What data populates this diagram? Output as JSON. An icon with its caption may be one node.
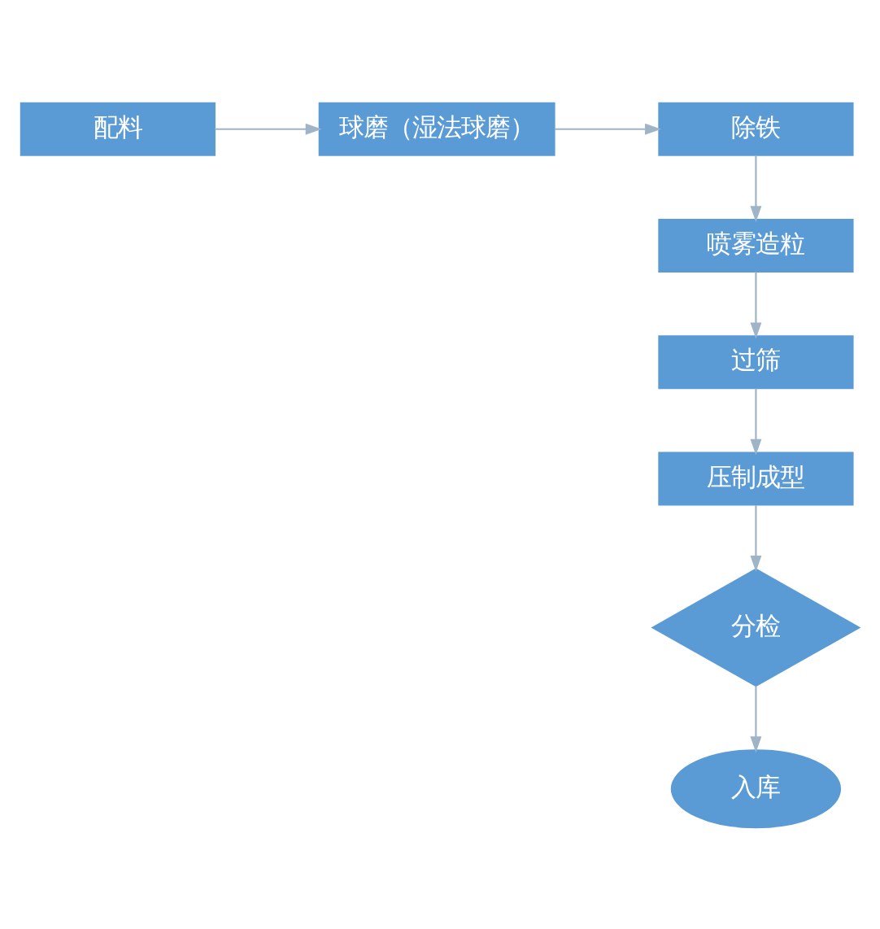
{
  "diagram": {
    "nodes": [
      {
        "text": [
          "配料"
        ]
      },
      {
        "text": [
          "球磨（湿法球磨）"
        ]
      },
      {
        "text": [
          "除铁"
        ]
      },
      {
        "text": [
          "喷雾造粒"
        ]
      },
      {
        "text": [
          "过筛"
        ]
      },
      {
        "text": [
          "压制成型"
        ]
      },
      {
        "text": [
          "分检"
        ]
      },
      {
        "text": [
          "入库"
        ]
      }
    ],
    "edges": [
      {
        "from": 0,
        "to": 1,
        "arrow": "to"
      },
      {
        "from": 1,
        "to": 2,
        "arrow": "to"
      },
      {
        "from": 2,
        "to": 3,
        "arrow": "to"
      },
      {
        "from": 3,
        "to": 4,
        "arrow": "to"
      },
      {
        "from": 4,
        "to": 5,
        "arrow": "to"
      },
      {
        "from": 5,
        "to": 6,
        "arrow": "to"
      },
      {
        "from": 6,
        "to": 7,
        "arrow": "to"
      }
    ]
  }
}
